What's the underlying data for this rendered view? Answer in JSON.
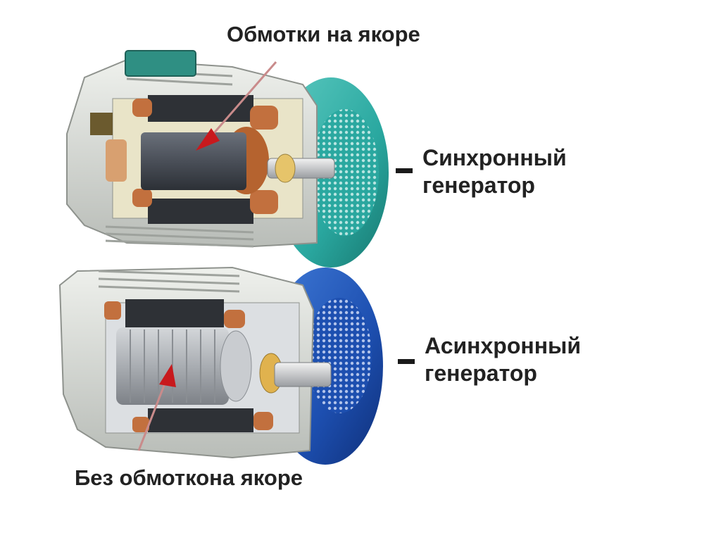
{
  "labels": {
    "top_callout": "Обмотки на якоре",
    "synchronous_line1": "Синхронный",
    "synchronous_line2": "генератор",
    "asynchronous_line1": "Асинхронный",
    "asynchronous_line2": "генератор",
    "bottom_callout": "Без обмоткона якоре"
  },
  "colors": {
    "sync_fan_cover": "#2aa8a0",
    "async_fan_cover": "#1d4fb0",
    "housing": "#d9dcd8",
    "core": "#2e3136",
    "winding": "#c2703e",
    "rotor_sync": "#4a4f58",
    "rotor_async": "#a9adb2",
    "terminal_box": "#2f8f83",
    "arrow": "#c8191d"
  }
}
